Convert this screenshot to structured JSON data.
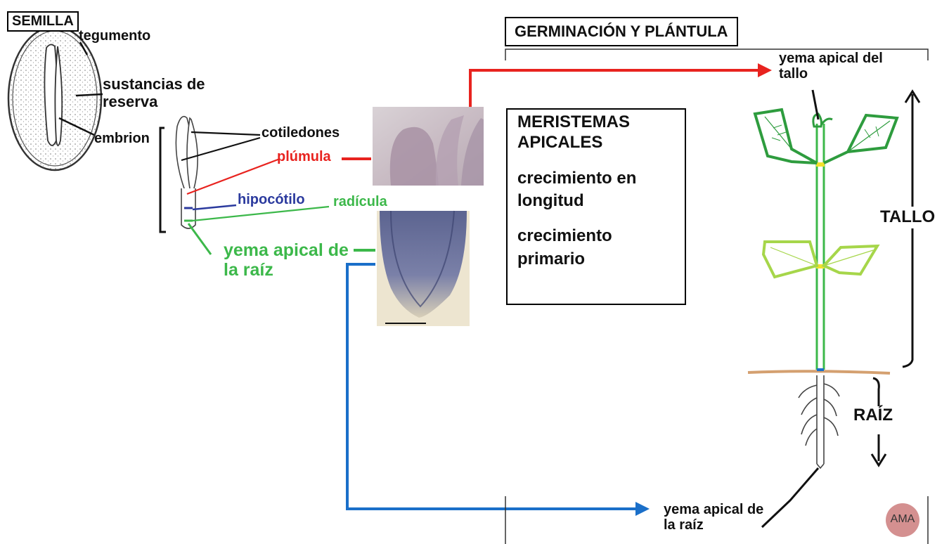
{
  "colors": {
    "red": "#e8231f",
    "blue": "#1a6fc9",
    "navy": "#2b3a9e",
    "green": "#3cb84a",
    "dark_green": "#2e9c3e",
    "light_green": "#a6d64a",
    "soil": "#d4a070",
    "badge": "#d49090"
  },
  "seed": {
    "title": "SEMILLA",
    "tegumento": "tegumento",
    "sustancias": "sustancias de reserva",
    "embrion": "embrion"
  },
  "embryo": {
    "cotiledones": "cotiledones",
    "plumula": "plúmula",
    "hipocotilo": "hipocótilo",
    "radicula": "radícula",
    "yema_raiz": "yema apical de la raíz"
  },
  "header": {
    "title": "GERMINACIÓN Y PLÁNTULA"
  },
  "meristems": {
    "title": "MERISTEMAS APICALES",
    "line1": "crecimiento en longitud",
    "line2": "crecimiento primario"
  },
  "plant": {
    "yema_tallo": "yema apical del tallo",
    "tallo": "TALLO",
    "raiz": "RAÍZ",
    "yema_raiz": "yema apical de la raíz"
  },
  "badge": {
    "label": "AMA"
  },
  "icons": {
    "up_arrow": "arrow-up-icon",
    "down_arrow": "arrow-down-icon"
  }
}
